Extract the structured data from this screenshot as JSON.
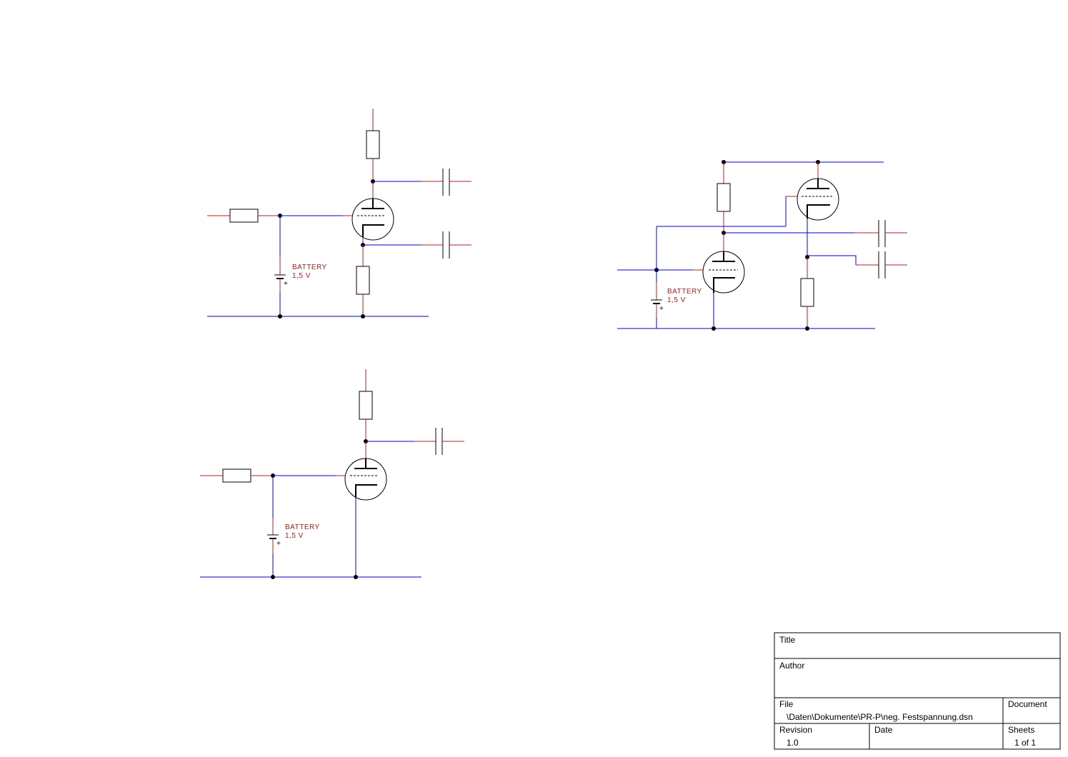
{
  "labels": {
    "battery": "BATTERY",
    "battery_voltage": "1,5 V",
    "plus": "+"
  },
  "title_block": {
    "title_label": "Title",
    "title_value": "",
    "author_label": "Author",
    "author_value": "",
    "file_label": "File",
    "file_value": "\\Daten\\Dokumente\\PR-P\\neg. Festspannung.dsn",
    "document_label": "Document",
    "document_value": "",
    "revision_label": "Revision",
    "revision_value": "1.0",
    "date_label": "Date",
    "date_value": "",
    "sheets_label": "Sheets",
    "sheets_value": "1 of 1"
  },
  "colors": {
    "wire_blue": "#0000cc",
    "wire_red": "#b22222",
    "label_red": "#a02020",
    "component_black": "#000000"
  }
}
